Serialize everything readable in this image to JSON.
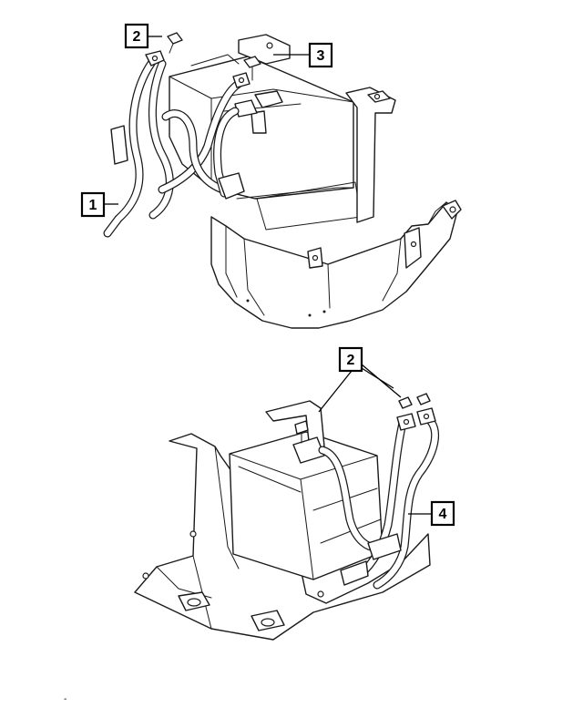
{
  "callouts": {
    "c2_top": "2",
    "c3": "3",
    "c1": "1",
    "c2_bottom": "2",
    "c4": "4"
  },
  "footer_mark": "-"
}
